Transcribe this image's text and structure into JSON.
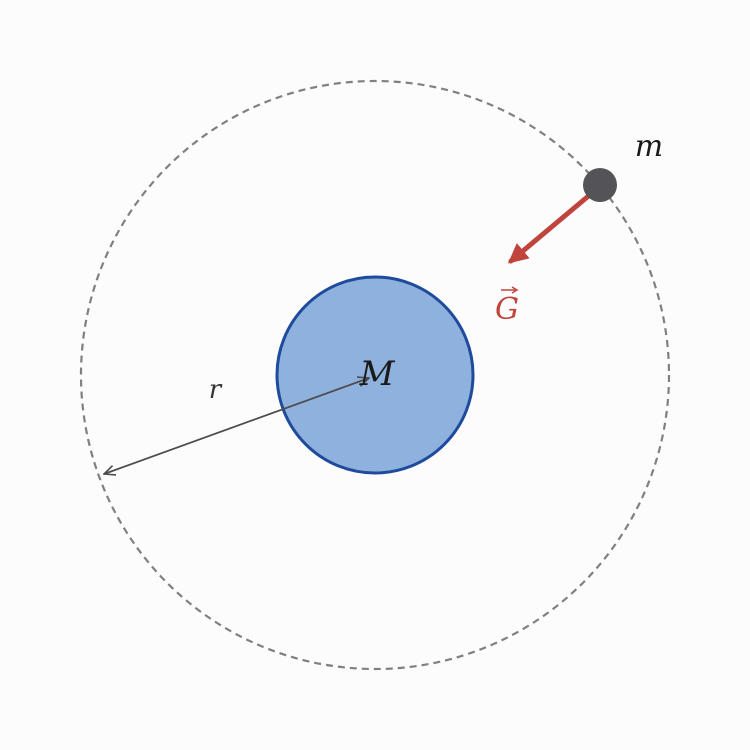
{
  "labels": {
    "central_mass": "M",
    "orbiting_mass": "m",
    "radius": "r",
    "field_vector": "G"
  },
  "colors": {
    "background": "#fdfcfd",
    "orbit_stroke": "#808080",
    "central_fill": "#8fb1de",
    "central_stroke": "#1e4b9c",
    "satellite_fill": "#545357",
    "field_arrow": "#c0443c",
    "radius_arrow": "#4d4d4d",
    "text": "#1a1a1a"
  },
  "icons": {
    "field_vector_accent": "vector-arrow-accent"
  }
}
